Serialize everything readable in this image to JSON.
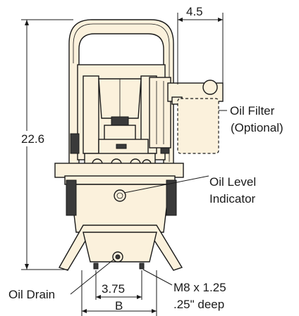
{
  "colors": {
    "body": "#fbf1dc",
    "outline": "#1a1a1a",
    "shadow": "#3a3a3a",
    "background": "#ffffff"
  },
  "dimensions": {
    "width_top": "4.5",
    "height": "22.6",
    "hole_spacing": "3.75",
    "base_width": "B"
  },
  "callouts": {
    "oil_filter_line1": "Oil Filter",
    "oil_filter_line2": "(Optional)",
    "oil_level_line1": "Oil Level",
    "oil_level_line2": "Indicator",
    "oil_drain": "Oil Drain",
    "thread_line1": "M8 x 1.25",
    "thread_line2": ".25\" deep"
  }
}
